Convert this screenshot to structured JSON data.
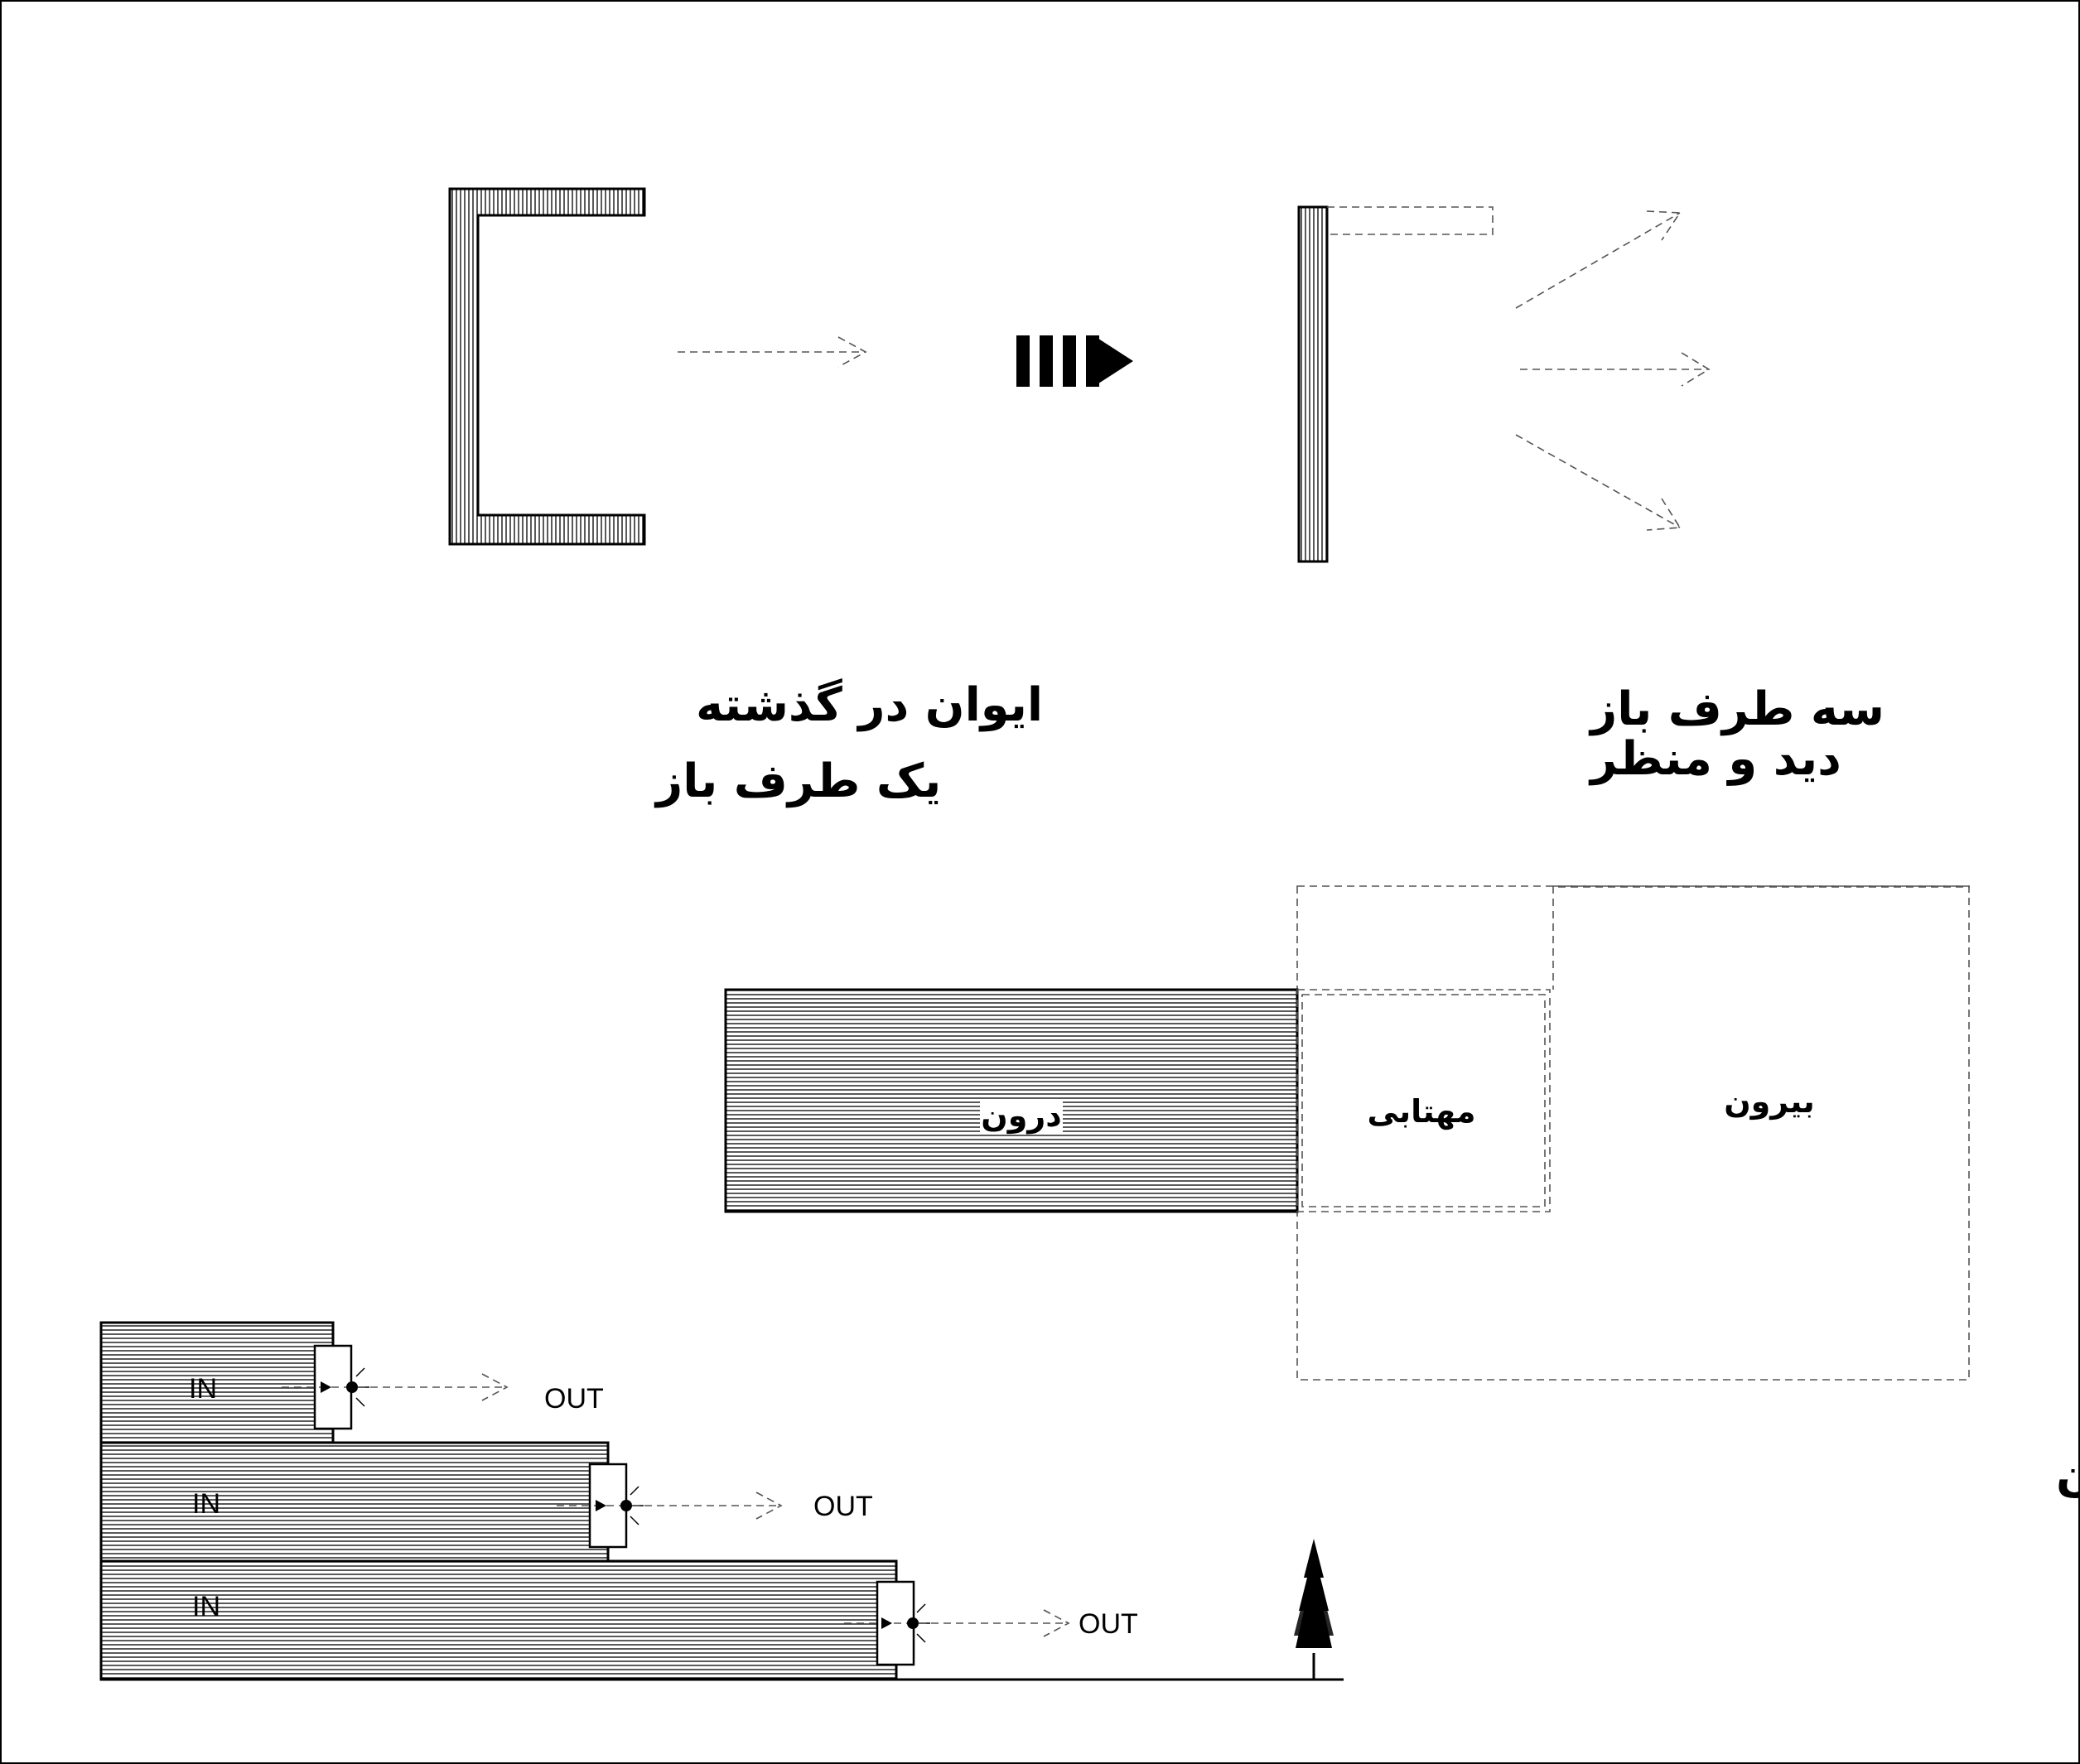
{
  "top_left": {
    "caption_line1": "ایوان در گذشته",
    "caption_line2": "یک طرف باز"
  },
  "top_right": {
    "caption_line1": "سه طرف باز",
    "caption_line2": "دید و منظر"
  },
  "middle": {
    "inside_label": "درون",
    "terrace_label": "مهتابی",
    "outside_label": "بیرون",
    "caption": "شفافیت و ارتباط حداکثری درون و بیرون"
  },
  "bottom": {
    "tiers": [
      {
        "in_label": "IN",
        "out_label": "OUT"
      },
      {
        "in_label": "IN",
        "out_label": "OUT"
      },
      {
        "in_label": "IN",
        "out_label": "OUT"
      }
    ]
  },
  "icons": {
    "transition": "striped-arrow-icon",
    "tree": "tree-icon",
    "eye": "eye-icon"
  }
}
